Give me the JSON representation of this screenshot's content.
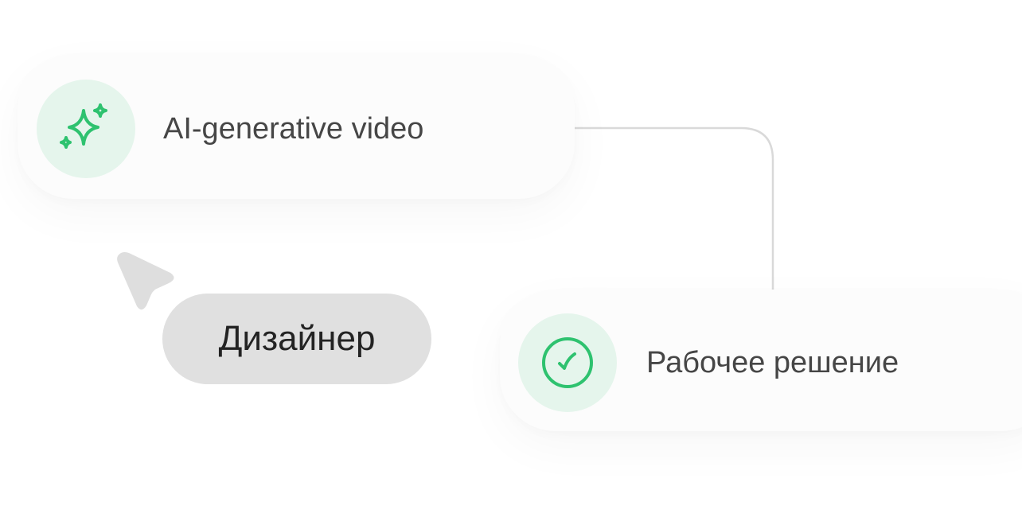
{
  "nodes": [
    {
      "label": "AI-generative video",
      "icon": "sparkles-icon"
    },
    {
      "label": "Рабочее решение",
      "icon": "check-circle-icon"
    }
  ],
  "cursor": {
    "user_label": "Дизайнер",
    "icon": "cursor-arrow-icon"
  },
  "colors": {
    "accent": "#2ec26f",
    "icon_bg": "#e5f5ec",
    "pill_bg": "#e0e0e0",
    "connector": "#d9d9d9",
    "text": "#464646"
  }
}
